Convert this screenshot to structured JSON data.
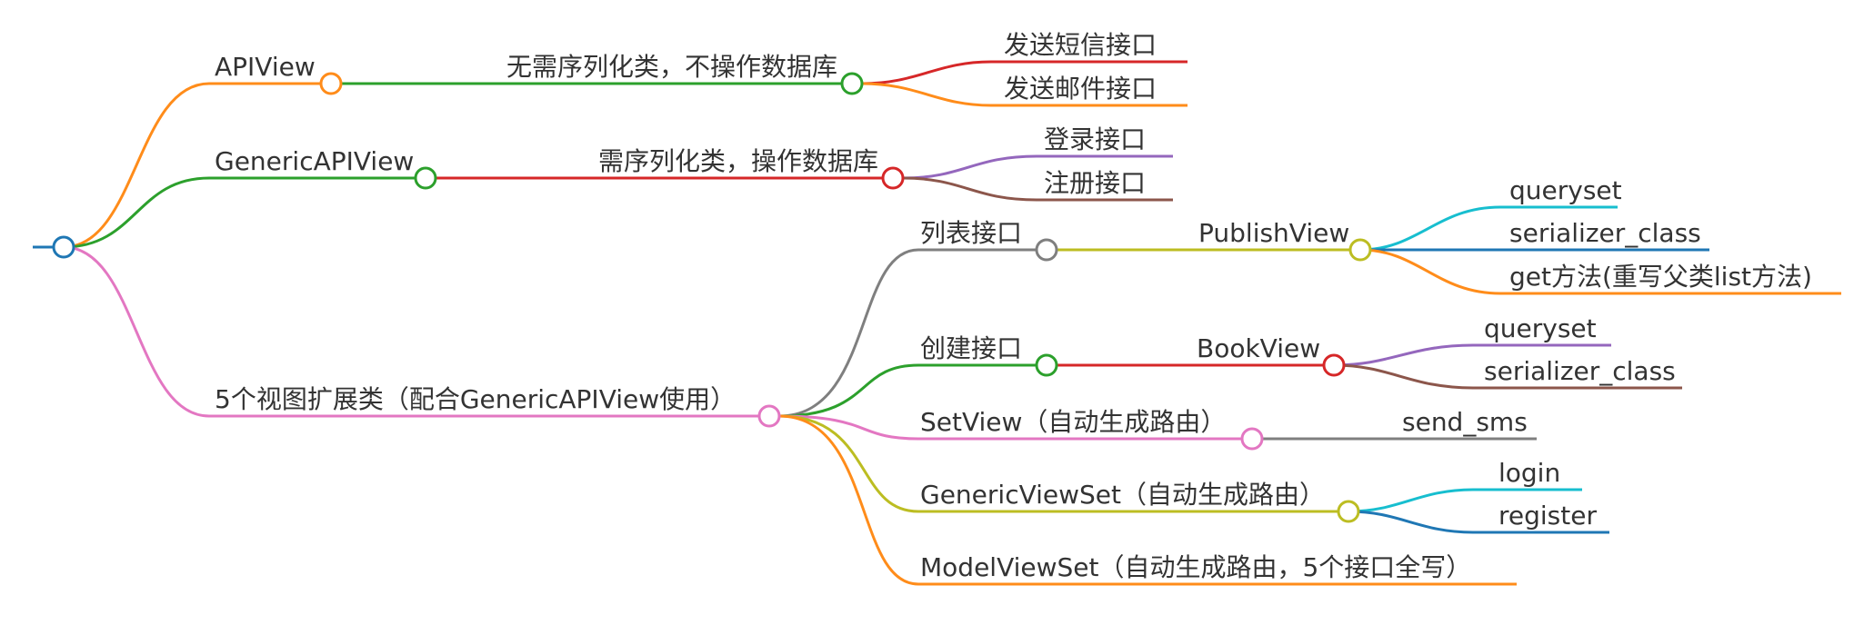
{
  "colors": {
    "root": "#1f77b4",
    "orange": "#ff8c1a",
    "green": "#2ca02c",
    "pink": "#e377c2",
    "red": "#d62728",
    "purple": "#9467bd",
    "brown": "#8c564b",
    "gray": "#7f7f7f",
    "olive": "#bcbd22",
    "cyan": "#17becf",
    "blue": "#1f77b4"
  },
  "branches": {
    "apiview": {
      "label": "APIView",
      "child": {
        "label": "无需序列化类，不操作数据库",
        "leaves": [
          "发送短信接口",
          "发送邮件接口"
        ]
      }
    },
    "generic": {
      "label": "GenericAPIView",
      "child": {
        "label": "需序列化类，操作数据库",
        "leaves": [
          "登录接口",
          "注册接口"
        ]
      }
    },
    "five": {
      "label": "5个视图扩展类（配合GenericAPIView使用）",
      "list": {
        "label": "列表接口",
        "child": {
          "label": "PublishView",
          "leaves": [
            "queryset",
            "serializer_class",
            "get方法(重写父类list方法)"
          ]
        }
      },
      "create": {
        "label": "创建接口",
        "child": {
          "label": "BookView",
          "leaves": [
            "queryset",
            "serializer_class"
          ]
        }
      },
      "setview": {
        "label": "SetView（自动生成路由）",
        "leaves": [
          "send_sms"
        ]
      },
      "genericviewset": {
        "label": "GenericViewSet（自动生成路由）",
        "leaves": [
          "login",
          "register"
        ]
      },
      "modelviewset": {
        "label": "ModelViewSet（自动生成路由，5个接口全写）"
      }
    }
  }
}
